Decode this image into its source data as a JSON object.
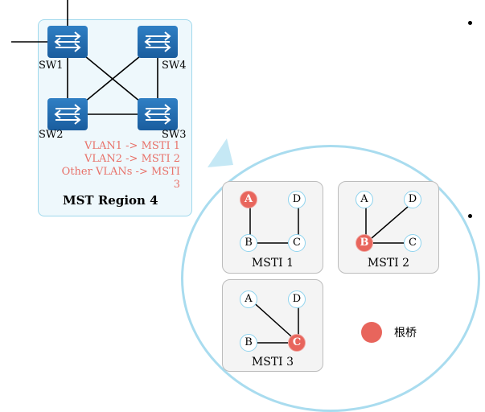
{
  "region": {
    "title": "MST Region 4",
    "switches": [
      "SW1",
      "SW2",
      "SW3",
      "SW4"
    ],
    "mappings": [
      "VLAN1 -> MSTI 1",
      "VLAN2 -> MSTI 2",
      "Other VLANs -> MSTI",
      "3"
    ]
  },
  "instances": [
    {
      "title": "MSTI 1",
      "nodes": [
        "A",
        "D",
        "B",
        "C"
      ],
      "root": "A"
    },
    {
      "title": "MSTI 2",
      "nodes": [
        "A",
        "D",
        "B",
        "C"
      ],
      "root": "B"
    },
    {
      "title": "MSTI 3",
      "nodes": [
        "A",
        "D",
        "B",
        "C"
      ],
      "root": "C"
    }
  ],
  "legend": {
    "label": "根桥"
  },
  "colors": {
    "root": "#e8655c",
    "switch": "#1f6cb4",
    "region_border": "#9fd8ec",
    "mapping_text": "#e8726a"
  }
}
